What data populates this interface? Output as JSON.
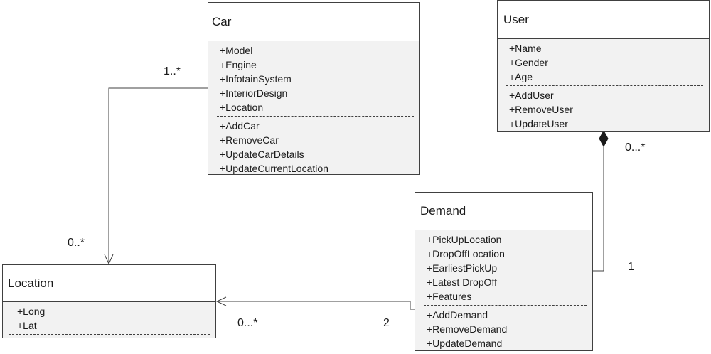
{
  "classes": {
    "car": {
      "name": "Car",
      "attributes": [
        "+Model",
        "+Engine",
        "+InfotainSystem",
        "+InteriorDesign",
        "+Location"
      ],
      "operations": [
        "+AddCar",
        "+RemoveCar",
        "+UpdateCarDetails",
        "+UpdateCurrentLocation"
      ]
    },
    "user": {
      "name": "User",
      "attributes": [
        "+Name",
        "+Gender",
        "+Age"
      ],
      "operations": [
        "+AddUser",
        "+RemoveUser",
        "+UpdateUser"
      ]
    },
    "demand": {
      "name": "Demand",
      "attributes": [
        "+PickUpLocation",
        "+DropOffLocation",
        "+EarliestPickUp",
        "+Latest DropOff",
        "+Features"
      ],
      "operations": [
        "+AddDemand",
        "+RemoveDemand",
        "+UpdateDemand"
      ]
    },
    "location": {
      "name": "Location",
      "attributes": [
        "+Long",
        "+Lat"
      ],
      "operations": []
    }
  },
  "multiplicities": {
    "car_end": "1..*",
    "location_end_from_car": "0..*",
    "user_end": "0...*",
    "demand_end_from_user": "1",
    "location_end_from_demand": "0...*",
    "demand_end_to_location": "2"
  },
  "colors": {
    "line": "#404040",
    "box_fill": "#f2f2f2",
    "header_fill": "#ffffff"
  }
}
